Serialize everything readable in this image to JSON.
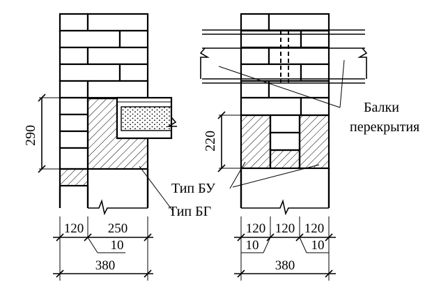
{
  "left_figure": {
    "height_dim": "290",
    "bottom_dims": {
      "left": "120",
      "right": "250",
      "offset": "10",
      "total": "380"
    },
    "callout": "Тип БГ"
  },
  "right_figure": {
    "height_dim": "220",
    "bottom_dims": {
      "a": "120",
      "b": "120",
      "c": "120",
      "offset_left": "10",
      "offset_right": "10",
      "total": "380"
    },
    "callout_lintel": "Тип БУ",
    "callout_beams": [
      "Балки",
      "перекрытия"
    ]
  }
}
